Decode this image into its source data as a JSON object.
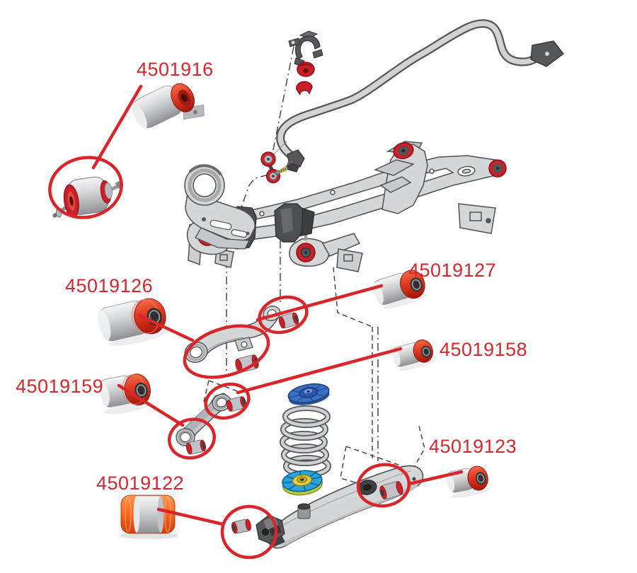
{
  "labels": [
    {
      "text": "4501916"
    },
    {
      "text": "45019126"
    },
    {
      "text": "45019127"
    },
    {
      "text": "45019158"
    },
    {
      "text": "45019159"
    },
    {
      "text": "45019123"
    },
    {
      "text": "45019122"
    }
  ],
  "colors": {
    "annotation_red": "#d8262b",
    "label_red": "#d4282e",
    "bushing_red": "#cc2028",
    "bushing_orange": "#f96a1e",
    "metal_silver": "#c9cacd",
    "part_gray": "#d5d6d8",
    "dark_hardware_gray": "#55575b",
    "outline_gray": "#4e5053",
    "spring_seat_blue": "#3a70c5",
    "isolator_blue": "#2aa3dc",
    "isolator_yellow": "#e8cf3d",
    "background": "#ffffff"
  }
}
